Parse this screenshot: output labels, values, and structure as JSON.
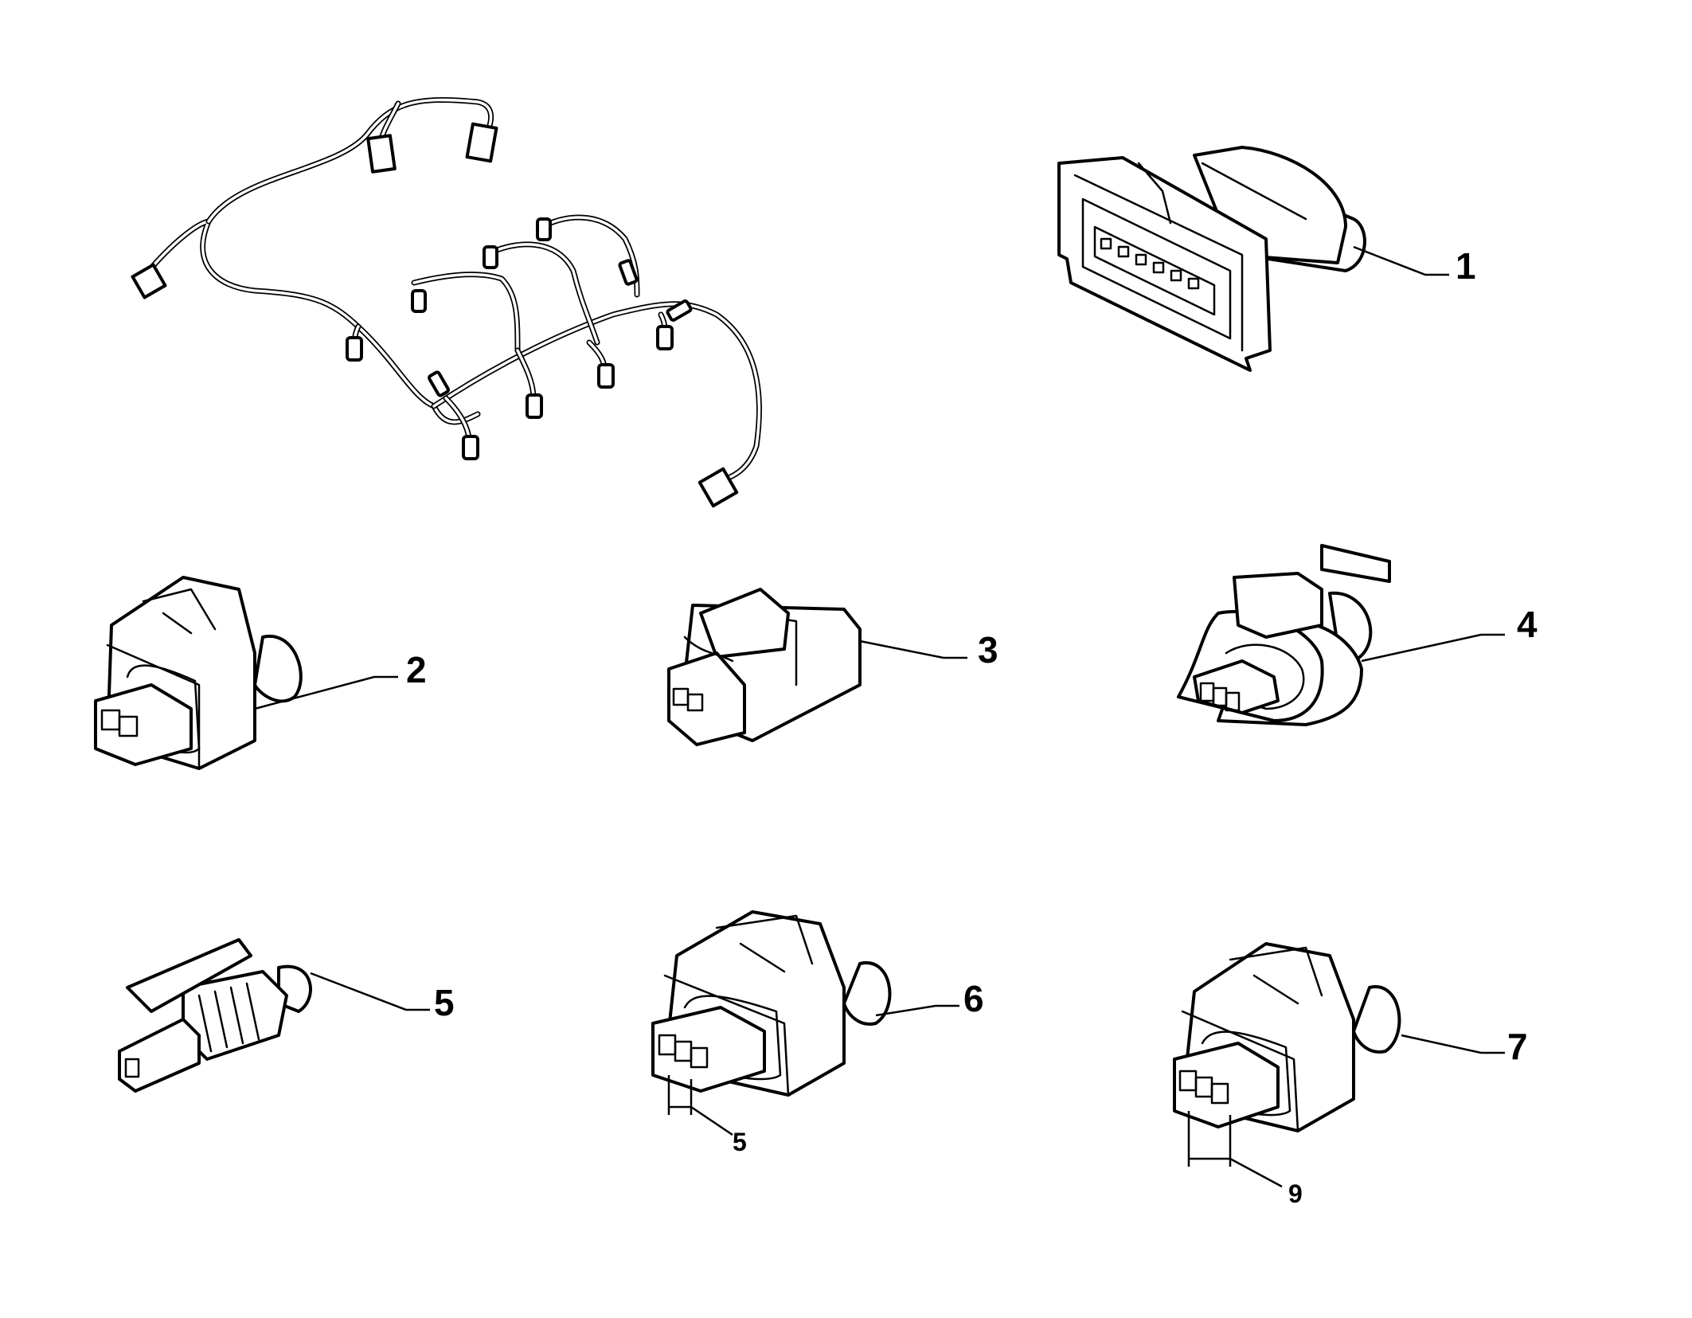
{
  "diagram": {
    "callouts": [
      {
        "id": "1",
        "label": "1"
      },
      {
        "id": "2",
        "label": "2"
      },
      {
        "id": "3",
        "label": "3"
      },
      {
        "id": "4",
        "label": "4"
      },
      {
        "id": "5",
        "label": "5"
      },
      {
        "id": "6",
        "label": "6"
      },
      {
        "id": "7",
        "label": "7"
      }
    ],
    "dimensions": [
      {
        "part": "6",
        "label": "5"
      },
      {
        "part": "7",
        "label": "9"
      }
    ]
  }
}
